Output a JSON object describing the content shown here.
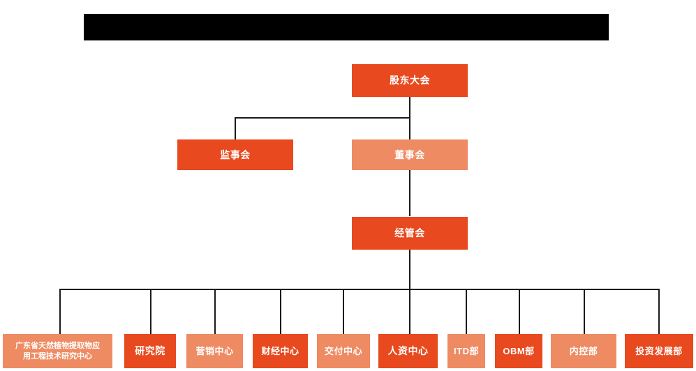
{
  "chart": {
    "kind": "organization-chart",
    "title_banner": {
      "label": "",
      "redacted": true,
      "color": "#000000"
    },
    "colors": {
      "dark_orange": "#E8491E",
      "light_coral": "#EE8B63",
      "connector": "#1a1a1a",
      "background": "#ffffff",
      "text": "#ffffff"
    },
    "levels": {
      "level1": [
        {
          "id": "shareholders",
          "label": "股东大会",
          "tone": "dark"
        }
      ],
      "level2": [
        {
          "id": "supervisors",
          "label": "监事会",
          "tone": "dark"
        },
        {
          "id": "directors",
          "label": "董事会",
          "tone": "light"
        }
      ],
      "level3": [
        {
          "id": "management",
          "label": "经管会",
          "tone": "dark"
        }
      ],
      "level4": [
        {
          "id": "research-center",
          "label": "广东省天然植物提取物应\n用工程技术研究中心",
          "tone": "light"
        },
        {
          "id": "research-institute",
          "label": "研究院",
          "tone": "dark"
        },
        {
          "id": "marketing-center",
          "label": "营销中心",
          "tone": "light"
        },
        {
          "id": "finance-center",
          "label": "财经中心",
          "tone": "dark"
        },
        {
          "id": "delivery-center",
          "label": "交付中心",
          "tone": "light"
        },
        {
          "id": "hr-center",
          "label": "人资中心",
          "tone": "dark"
        },
        {
          "id": "itd-department",
          "label": "ITD部",
          "tone": "light"
        },
        {
          "id": "obm-department",
          "label": "OBM部",
          "tone": "dark"
        },
        {
          "id": "internal-control",
          "label": "内控部",
          "tone": "light"
        },
        {
          "id": "investment-development",
          "label": "投资发展部",
          "tone": "dark"
        }
      ]
    }
  }
}
